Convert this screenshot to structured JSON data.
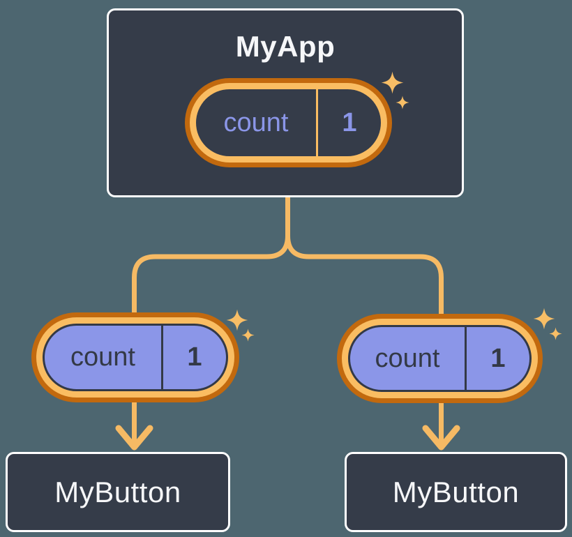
{
  "page": {
    "background": "#4D6670"
  },
  "colors": {
    "node_background": "#353C49",
    "node_border": "#FFFFFF",
    "node_text": "#F6F7F9",
    "pill_ring_outer": "#C2690E",
    "pill_ring_inner": "#FABD62",
    "connector_line": "#F6BA64",
    "state_text": "#8B96E8",
    "prop_background": "#8B96E8",
    "prop_text": "#333946",
    "sparkle": "#F8BE66"
  },
  "diagram": {
    "root": {
      "title": "MyApp",
      "state": {
        "label": "count",
        "value": "1"
      }
    },
    "children": [
      {
        "title": "MyButton",
        "prop": {
          "label": "count",
          "value": "1"
        }
      },
      {
        "title": "MyButton",
        "prop": {
          "label": "count",
          "value": "1"
        }
      }
    ]
  }
}
